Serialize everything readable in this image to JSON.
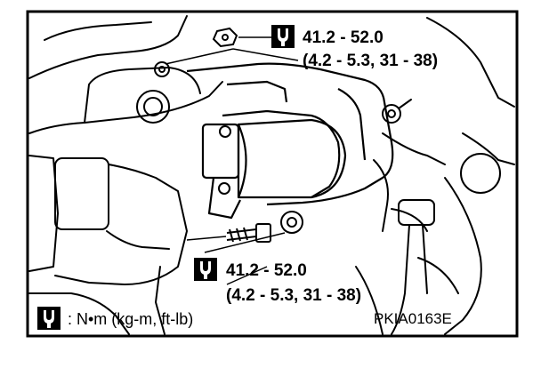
{
  "diagram": {
    "callouts": [
      {
        "id": "upper",
        "icon": "torque-wrench-icon",
        "value": "41.2 - 52.0",
        "alt_units": "(4.2 - 5.3, 31 - 38)"
      },
      {
        "id": "lower",
        "icon": "torque-wrench-icon",
        "value": "41.2 - 52.0",
        "alt_units": "(4.2 - 5.3, 31 - 38)"
      }
    ],
    "legend": {
      "icon": "torque-wrench-icon",
      "text": ": N•m  (kg-m,  ft-lb)"
    },
    "figure_code": "PKIA0163E"
  }
}
